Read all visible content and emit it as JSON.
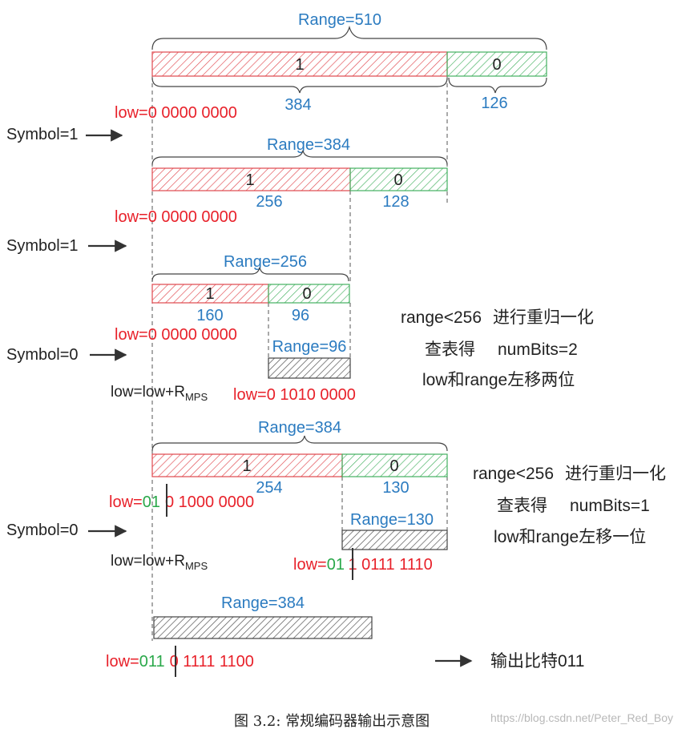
{
  "colors": {
    "red": "#e8212a",
    "green": "#2aa84a",
    "blue": "#2b7bc0",
    "black": "#222222",
    "hatch_red": "#e0484e",
    "hatch_green": "#44b060",
    "hatch_gray": "#555555"
  },
  "stage1": {
    "range_top": "Range=510",
    "seg1": "1",
    "seg0": "0",
    "width1": "384",
    "width0": "126",
    "low": "low=0 0000 0000",
    "symbol": "Symbol=1"
  },
  "stage2": {
    "range_top": "Range=384",
    "seg1": "1",
    "seg0": "0",
    "width1": "256",
    "width0": "128",
    "low": "low=0 0000 0000",
    "symbol": "Symbol=1"
  },
  "stage3": {
    "range_top": "Range=256",
    "seg1": "1",
    "seg0": "0",
    "width1": "160",
    "width0": "96",
    "low": "low=0 0000 0000",
    "symbol": "Symbol=0",
    "formula_main": "low=low+R",
    "formula_sub": "MPS",
    "sub_range": "Range=96",
    "new_low": "low=0 1010 0000",
    "note1_a": "range<256",
    "note1_b": "进行重归一化",
    "note2_a": "查表得",
    "note2_b": "numBits=2",
    "note3": "low和range左移两位"
  },
  "stage4": {
    "range_top": "Range=384",
    "seg1": "1",
    "seg0": "0",
    "width1": "254",
    "width0": "130",
    "low_prefix": "low=",
    "low_bits_out": "01",
    "low_rest": "0 1000 0000",
    "symbol": "Symbol=0",
    "formula_main": "low=low+R",
    "formula_sub": "MPS",
    "sub_range": "Range=130",
    "new_low_prefix": "low=",
    "new_low_bits_out": "01",
    "new_low_rest": "1 0111 1110",
    "note1_a": "range<256",
    "note1_b": "进行重归一化",
    "note2_a": "查表得",
    "note2_b": "numBits=1",
    "note3": "low和range左移一位"
  },
  "stage5": {
    "range_top": "Range=384",
    "low_prefix": "low=",
    "low_bits_out": "011",
    "low_rest": "0 1111 1100",
    "output": "输出比特011"
  },
  "caption": {
    "main": "图 3.2: 常规编码器输出示意图",
    "watermark": "https://blog.csdn.net/Peter_Red_Boy"
  }
}
